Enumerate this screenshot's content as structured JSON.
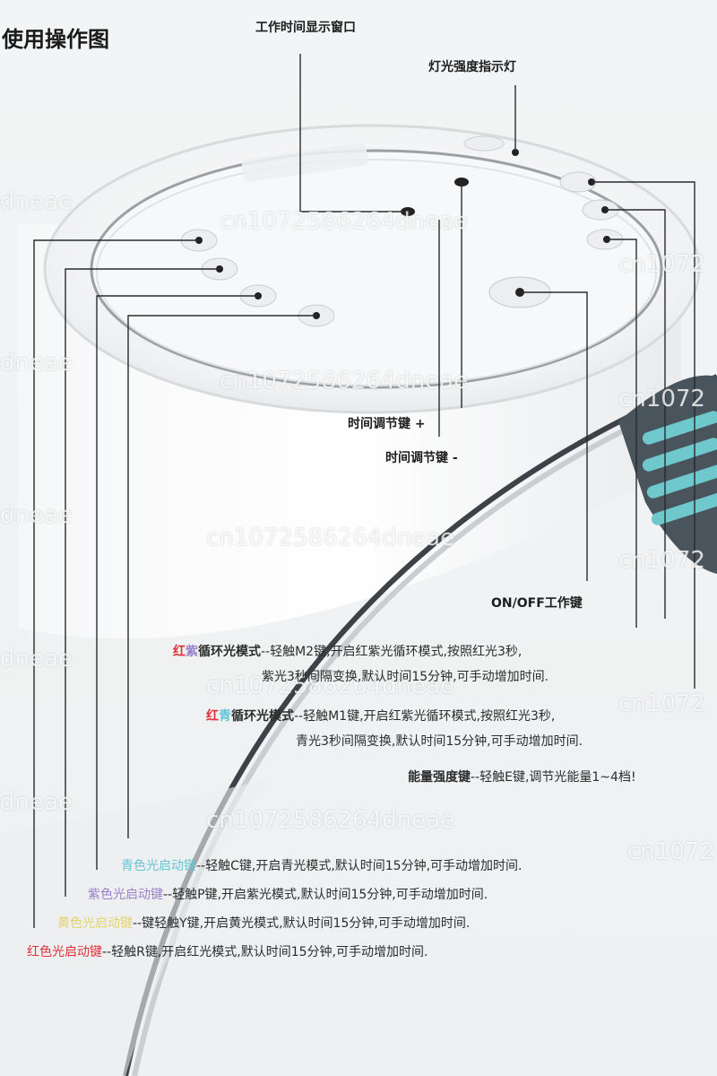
{
  "title": "使用操作图",
  "callouts": {
    "display_window": "工作时间显示窗口",
    "light_indicator": "灯光强度指示灯",
    "time_plus": "时间调节键 +",
    "time_minus": "时间调节键 -",
    "onoff": "ON/OFF工作键"
  },
  "descriptions": {
    "m2": {
      "label_red": "红",
      "label_purple": "紫",
      "label_rest": "循环光模式",
      "text1": "--轻触M2键,开启红紫光循环模式,按照红光3秒,",
      "text2": "紫光3秒间隔变换,默认时间15分钟,可手动增加时间."
    },
    "m1": {
      "label_red": "红",
      "label_cyan": "青",
      "label_rest": "循环光模式",
      "text1": "--轻触M1键,开启红紫光循环模式,按照红光3秒,",
      "text2": "青光3秒间隔变换,默认时间15分钟,可手动增加时间."
    },
    "energy": {
      "label": "能量强度键",
      "text": "--轻触E键,调节光能量1~4档!"
    },
    "cyan": {
      "label": "青色光启动键",
      "text": "--轻触C键,开启青光模式,默认时间15分钟,可手动增加时间."
    },
    "purple": {
      "label": "紫色光启动键",
      "text": "--轻触P键,开启紫光模式,默认时间15分钟,可手动增加时间."
    },
    "yellow": {
      "label": "黄色光启动键",
      "text": "--键轻触Y键,开启黄光模式,默认时间15分钟,可手动增加时间."
    },
    "red": {
      "label": "红色光启动键",
      "text": "--轻触R键,开启红光模式,默认时间15分钟,可手动增加时间."
    }
  },
  "colors": {
    "red": "#e0303a",
    "purple": "#9a80c8",
    "cyan": "#63c5d6",
    "yellow": "#e6d36a",
    "accent_teal": "#4fb8bf"
  },
  "watermarks": [
    "cn1072586264dneae",
    "dneae",
    "cn1072"
  ]
}
